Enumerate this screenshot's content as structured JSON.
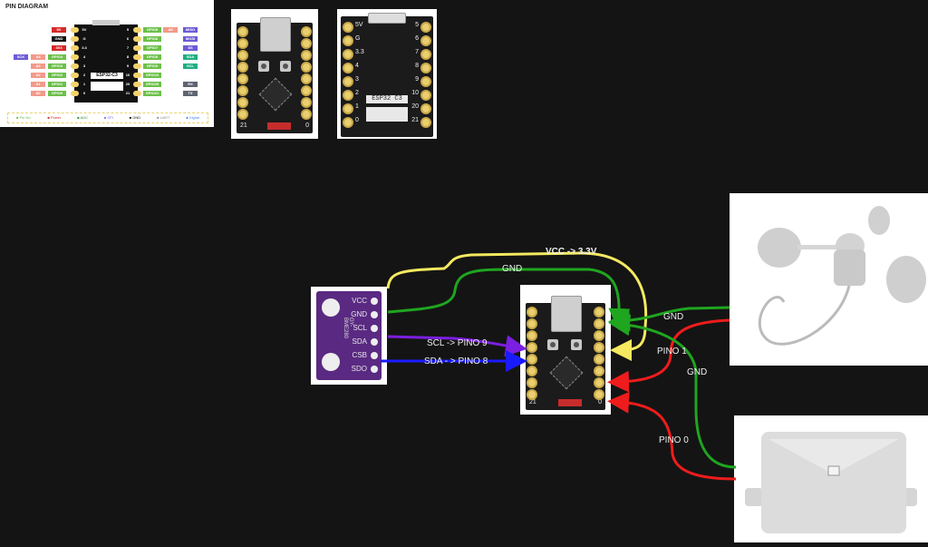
{
  "pin_diagram": {
    "title": "PIN DIAGRAM",
    "chip_label": "ESP32-C3",
    "left_pins": [
      {
        "num": "5V",
        "tags": [
          {
            "text": "5V",
            "color": "#d42a2a"
          }
        ]
      },
      {
        "num": "G",
        "tags": [
          {
            "text": "GND",
            "color": "#111111"
          }
        ]
      },
      {
        "num": "3.3",
        "tags": [
          {
            "text": "3V3",
            "color": "#d42a2a"
          }
        ]
      },
      {
        "num": "4",
        "tags": [
          {
            "text": "SCK",
            "color": "#6b5bd6"
          },
          {
            "text": "A4",
            "color": "#f29a8a"
          },
          {
            "text": "GPIO4",
            "color": "#6cc04a"
          }
        ]
      },
      {
        "num": "3",
        "tags": [
          {
            "text": "A3",
            "color": "#f29a8a"
          },
          {
            "text": "GPIO3",
            "color": "#6cc04a"
          }
        ]
      },
      {
        "num": "2",
        "tags": [
          {
            "text": "A2",
            "color": "#f29a8a"
          },
          {
            "text": "GPIO2",
            "color": "#6cc04a"
          }
        ]
      },
      {
        "num": "1",
        "tags": [
          {
            "text": "A1",
            "color": "#f29a8a"
          },
          {
            "text": "GPIO1",
            "color": "#6cc04a"
          }
        ]
      },
      {
        "num": "0",
        "tags": [
          {
            "text": "A0",
            "color": "#f29a8a"
          },
          {
            "text": "GPIO0",
            "color": "#6cc04a"
          }
        ]
      }
    ],
    "right_pins": [
      {
        "num": "5",
        "tags": [
          {
            "text": "GPIO5",
            "color": "#6cc04a"
          },
          {
            "text": "A5",
            "color": "#f29a8a"
          },
          {
            "text": "MISO",
            "color": "#6b5bd6"
          }
        ]
      },
      {
        "num": "6",
        "tags": [
          {
            "text": "GPIO6",
            "color": "#6cc04a"
          },
          {
            "text": "MOSI",
            "color": "#6b5bd6"
          }
        ]
      },
      {
        "num": "7",
        "tags": [
          {
            "text": "GPIO7",
            "color": "#6cc04a"
          },
          {
            "text": "SS",
            "color": "#6b5bd6"
          }
        ]
      },
      {
        "num": "8",
        "tags": [
          {
            "text": "GPIO8",
            "color": "#6cc04a"
          },
          {
            "text": "SDA",
            "color": "#1fae82"
          }
        ]
      },
      {
        "num": "9",
        "tags": [
          {
            "text": "GPIO9",
            "color": "#6cc04a"
          },
          {
            "text": "SCL",
            "color": "#1fae82"
          }
        ]
      },
      {
        "num": "10",
        "tags": [
          {
            "text": "GPIO10",
            "color": "#6cc04a"
          }
        ]
      },
      {
        "num": "20",
        "tags": [
          {
            "text": "GPIO20",
            "color": "#6cc04a"
          },
          {
            "text": "RX",
            "color": "#5f6472"
          }
        ]
      },
      {
        "num": "21",
        "tags": [
          {
            "text": "GPIO21",
            "color": "#6cc04a"
          },
          {
            "text": "TX",
            "color": "#5f6472"
          }
        ]
      }
    ],
    "legend": [
      {
        "text": "Pin No.",
        "color": "#6cc04a"
      },
      {
        "text": "Power",
        "color": "#d42a2a"
      },
      {
        "text": "ADC",
        "color": "#2f8f2f"
      },
      {
        "text": "SPI",
        "color": "#8a6cf0"
      },
      {
        "text": "GND",
        "color": "#111111"
      },
      {
        "text": "UART",
        "color": "#8a8f9a"
      },
      {
        "text": "Digital",
        "color": "#4a8ff0"
      }
    ]
  },
  "board_front": {
    "left_label": "21",
    "right_label": "0"
  },
  "board_back": {
    "left_labels": [
      "5V",
      "G",
      "3.3",
      "4",
      "3",
      "2",
      "1",
      "0"
    ],
    "right_labels": [
      "5",
      "6",
      "7",
      "8",
      "9",
      "10",
      "20",
      "21"
    ],
    "chip_label": "ESP32 C3"
  },
  "sensor_bme280": {
    "name": "GY-BME280",
    "pins": [
      "VCC",
      "GND",
      "SCL",
      "SDA",
      "CSB",
      "SDO"
    ]
  },
  "main_board": {
    "left_label": "21",
    "right_label": "0"
  },
  "wires": [
    {
      "id": "vcc",
      "label": "VCC -> 3.3V",
      "color": "#f5e960"
    },
    {
      "id": "gnd-bme",
      "label": "GND",
      "color": "#1fa51f"
    },
    {
      "id": "scl",
      "label": "SCL -> PINO 9",
      "color": "#7b1fe0"
    },
    {
      "id": "sda",
      "label": "SDA - > PINO 8",
      "color": "#1a1aff"
    },
    {
      "id": "gnd-anemo",
      "label": "GND",
      "color": "#1fa51f"
    },
    {
      "id": "pino1",
      "label": "PINO 1",
      "color": "#ee1c1c"
    },
    {
      "id": "gnd-rain",
      "label": "GND",
      "color": "#1fa51f"
    },
    {
      "id": "pino0",
      "label": "PINO 0",
      "color": "#ee1c1c"
    }
  ],
  "devices": {
    "anemometer": "anemometer",
    "rain_sensor": "enclosure sensor"
  }
}
